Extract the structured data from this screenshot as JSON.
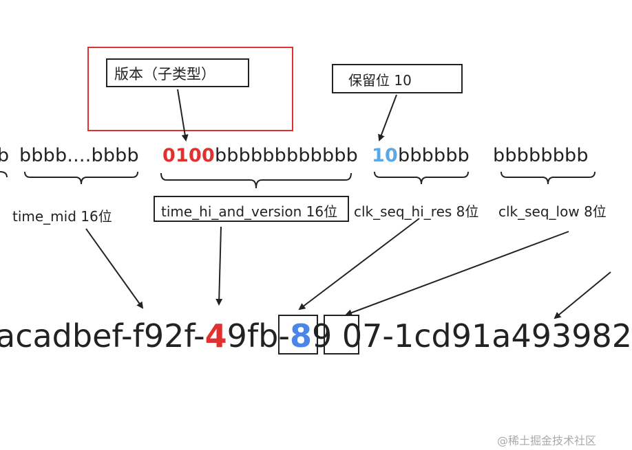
{
  "callouts": {
    "version": "版本（子类型）",
    "reserved": "保留位 10"
  },
  "bits": {
    "left_fragment": "b",
    "time_mid": "bbbb....bbbb",
    "version_prefix": "0100",
    "version_rest": "bbbbbbbbbbbb",
    "reserved_prefix": "10",
    "reserved_rest": "bbbbbb",
    "seq_low": "bbbbbbbb"
  },
  "field_labels": {
    "time_mid": "time_mid 16位",
    "time_hi_and_version": "time_hi_and_version 16位",
    "clk_seq_hi_res": "clk_seq_hi_res 8位",
    "clk_seq_low": "clk_seq_low  8位"
  },
  "uuid": {
    "part1": "acadbef-f92f-",
    "version_digit": "4",
    "part2": "9fb-",
    "variant_digit": "8",
    "part3": "9 ",
    "seq_low_digits": "07",
    "part4": "-1cd91a493982"
  },
  "watermark": "@稀土掘金技术社区"
}
